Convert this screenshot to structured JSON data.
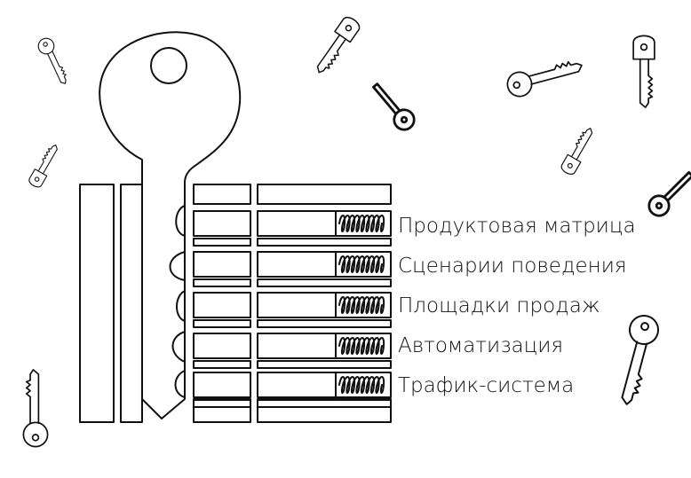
{
  "colors": {
    "ink": "#111111",
    "background": "#ffffff"
  },
  "labels": [
    {
      "text": "Продуктовая матрица"
    },
    {
      "text": "Сценарии поведения"
    },
    {
      "text": "Площадки продаж"
    },
    {
      "text": "Автоматизация"
    },
    {
      "text": "Трафик-система"
    }
  ],
  "icons": [
    "key-icon",
    "spring-icon",
    "lock-cylinder-icon"
  ]
}
